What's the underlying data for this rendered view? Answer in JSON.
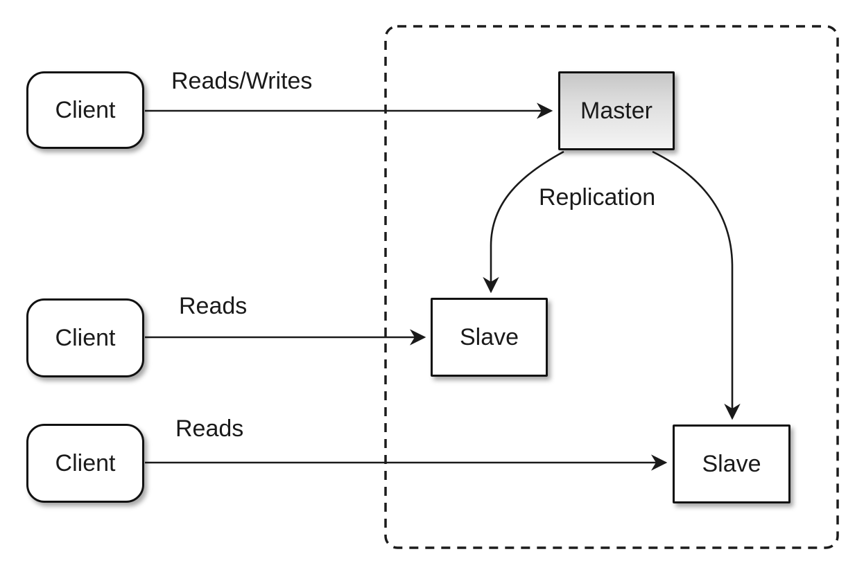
{
  "diagram": {
    "type": "master-slave replication diagram",
    "nodes": {
      "client1": {
        "label": "Client"
      },
      "client2": {
        "label": "Client"
      },
      "client3": {
        "label": "Client"
      },
      "master": {
        "label": "Master"
      },
      "slave1": {
        "label": "Slave"
      },
      "slave2": {
        "label": "Slave"
      }
    },
    "edges": {
      "client1_to_master": {
        "label": "Reads/Writes"
      },
      "client2_to_slave1": {
        "label": "Reads"
      },
      "client3_to_slave2": {
        "label": "Reads"
      },
      "master_to_slaves": {
        "label": "Replication"
      }
    },
    "colors": {
      "background": "#ffffff",
      "line": "#1a1a1a",
      "node_border": "#111111",
      "node_fill": "#ffffff",
      "master_gradient_top": "#c7c7c7",
      "master_gradient_bottom": "#f4f4f4"
    }
  }
}
